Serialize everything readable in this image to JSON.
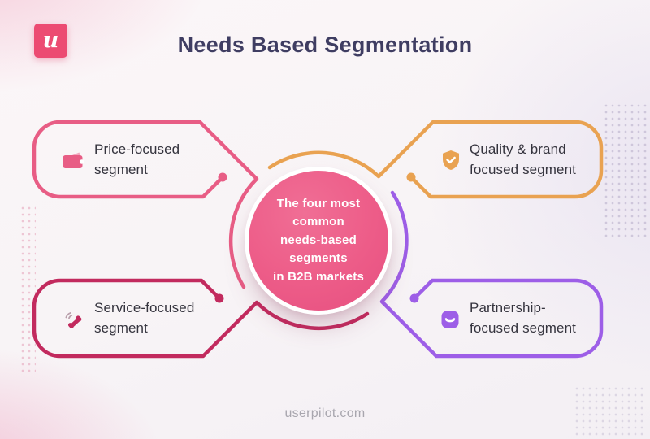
{
  "logo": {
    "letter": "u",
    "color": "#ec4b72"
  },
  "header": {
    "title": "Needs Based Segmentation",
    "color": "#3f3d62"
  },
  "center_circle": {
    "lines": [
      "The four most common",
      "needs-based segments",
      "in B2B markets"
    ],
    "fill": "#ed5c88",
    "text_color": "#ffffff"
  },
  "segments": [
    {
      "name": "price",
      "label_lines": [
        "Price-focused",
        "segment"
      ],
      "color": "#e85d85",
      "icon": "wallet-icon"
    },
    {
      "name": "quality",
      "label_lines": [
        "Quality & brand",
        "focused segment"
      ],
      "color": "#e9a251",
      "icon": "shield-check-icon"
    },
    {
      "name": "service",
      "label_lines": [
        "Service-focused",
        "segment"
      ],
      "color": "#c22a5e",
      "icon": "phone-icon"
    },
    {
      "name": "partnership",
      "label_lines": [
        "Partnership-",
        "focused segment"
      ],
      "color": "#9d5ee7",
      "icon": "smile-square-icon"
    }
  ],
  "footer": {
    "website": "userpilot.com"
  },
  "label_text_color": "#35343e"
}
